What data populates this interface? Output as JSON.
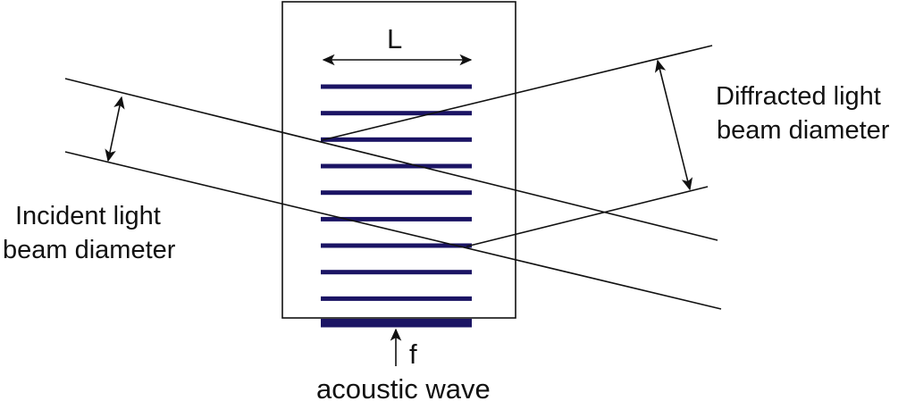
{
  "labels": {
    "length": "L",
    "frequency": "f",
    "acoustic_wave": "acoustic wave",
    "incident_line1": "Incident light",
    "incident_line2": "beam diameter",
    "diffracted_line1": "Diffracted light",
    "diffracted_line2": "beam diameter"
  },
  "colors": {
    "grating": "#1b1464",
    "line": "#111111",
    "background": "#ffffff"
  },
  "grating": {
    "standing_layers": 10
  }
}
